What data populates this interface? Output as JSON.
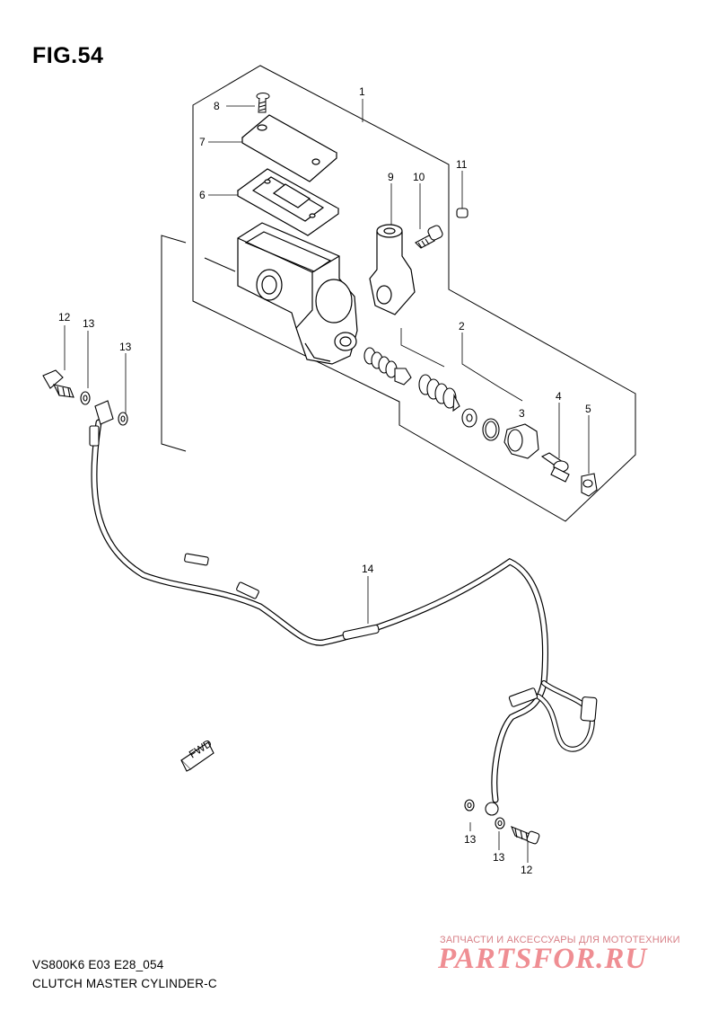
{
  "header": {
    "title": "FIG.54"
  },
  "callouts": {
    "c1": "1",
    "c2": "2",
    "c3": "3",
    "c4": "4",
    "c5": "5",
    "c6": "6",
    "c7": "7",
    "c8": "8",
    "c9": "9",
    "c10": "10",
    "c11": "11",
    "c12a": "12",
    "c12b": "12",
    "c13a": "13",
    "c13b": "13",
    "c13c": "13",
    "c13d": "13",
    "c14": "14"
  },
  "direction_badge": {
    "label": "FWD"
  },
  "footer": {
    "model_code": "VS800K6 E03 E28_054",
    "caption": "CLUTCH MASTER CYLINDER-C"
  },
  "watermark": {
    "tagline": "ЗАПЧАСТИ И АКСЕССУАРЫ ДЛЯ МОТОТЕХНИКИ",
    "logo": "PARTSFOR.RU",
    "color": "#ef8e93"
  }
}
